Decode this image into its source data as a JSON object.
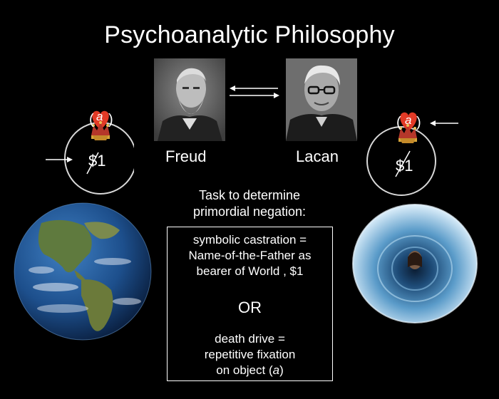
{
  "slide": {
    "title": "Psychoanalytic Philosophy",
    "freud": {
      "caption": "Freud"
    },
    "lacan": {
      "caption": "Lacan"
    },
    "diagram_left": {
      "object": "a",
      "formula": "$1"
    },
    "diagram_right": {
      "object": "a",
      "formula": "$1"
    },
    "task": {
      "line1": "Task to determine",
      "line2": "primordial negation:"
    },
    "box": {
      "option_a": [
        "symbolic castration =",
        "Name-of-the-Father as",
        "bearer of World , $1"
      ],
      "or": "OR",
      "option_b": [
        "death drive =",
        "repetitive fixation"
      ],
      "option_b_last_prefix": "on object (",
      "option_b_last_object": "a",
      "option_b_last_suffix": ")"
    }
  }
}
